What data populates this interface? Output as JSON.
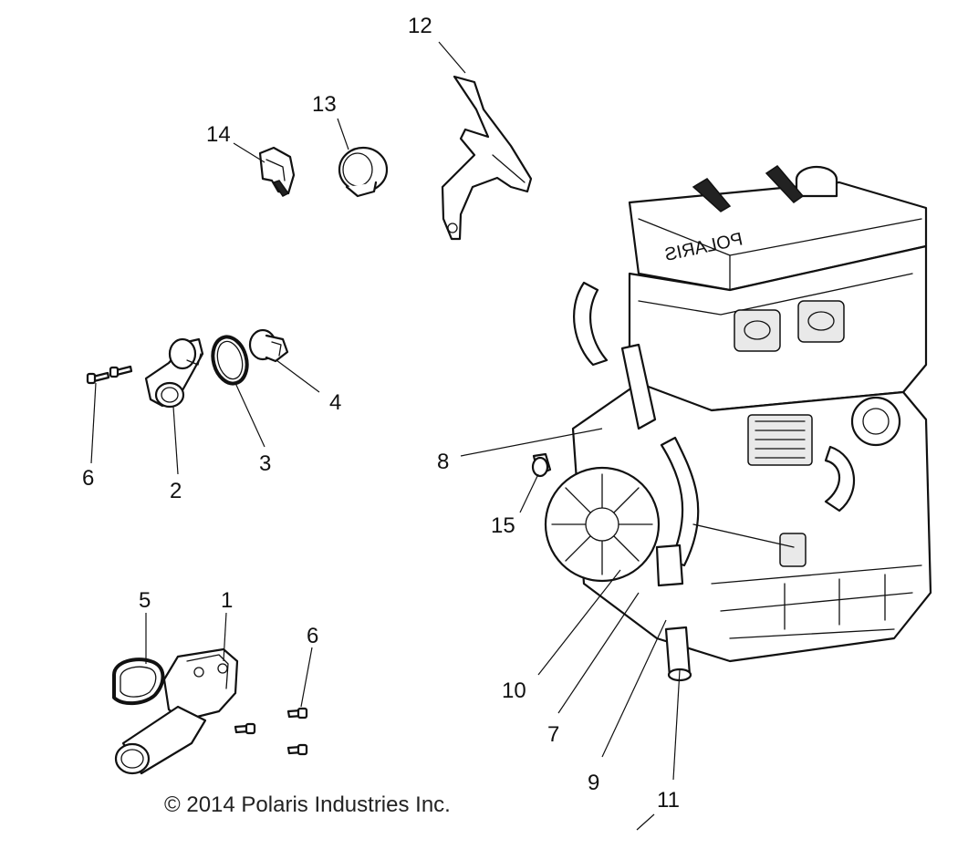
{
  "callouts": {
    "c1": "1",
    "c2": "2",
    "c3": "3",
    "c4": "4",
    "c5": "5",
    "c6a": "6",
    "c6b": "6",
    "c7": "7",
    "c8": "8",
    "c9": "9",
    "c10": "10",
    "c11": "11",
    "c12": "12",
    "c13": "13",
    "c14": "14",
    "c15": "15"
  },
  "copyright": "© 2014 Polaris Industries Inc.",
  "engine_brand": "POLARIS",
  "colors": {
    "line": "#111111",
    "background": "#ffffff"
  }
}
